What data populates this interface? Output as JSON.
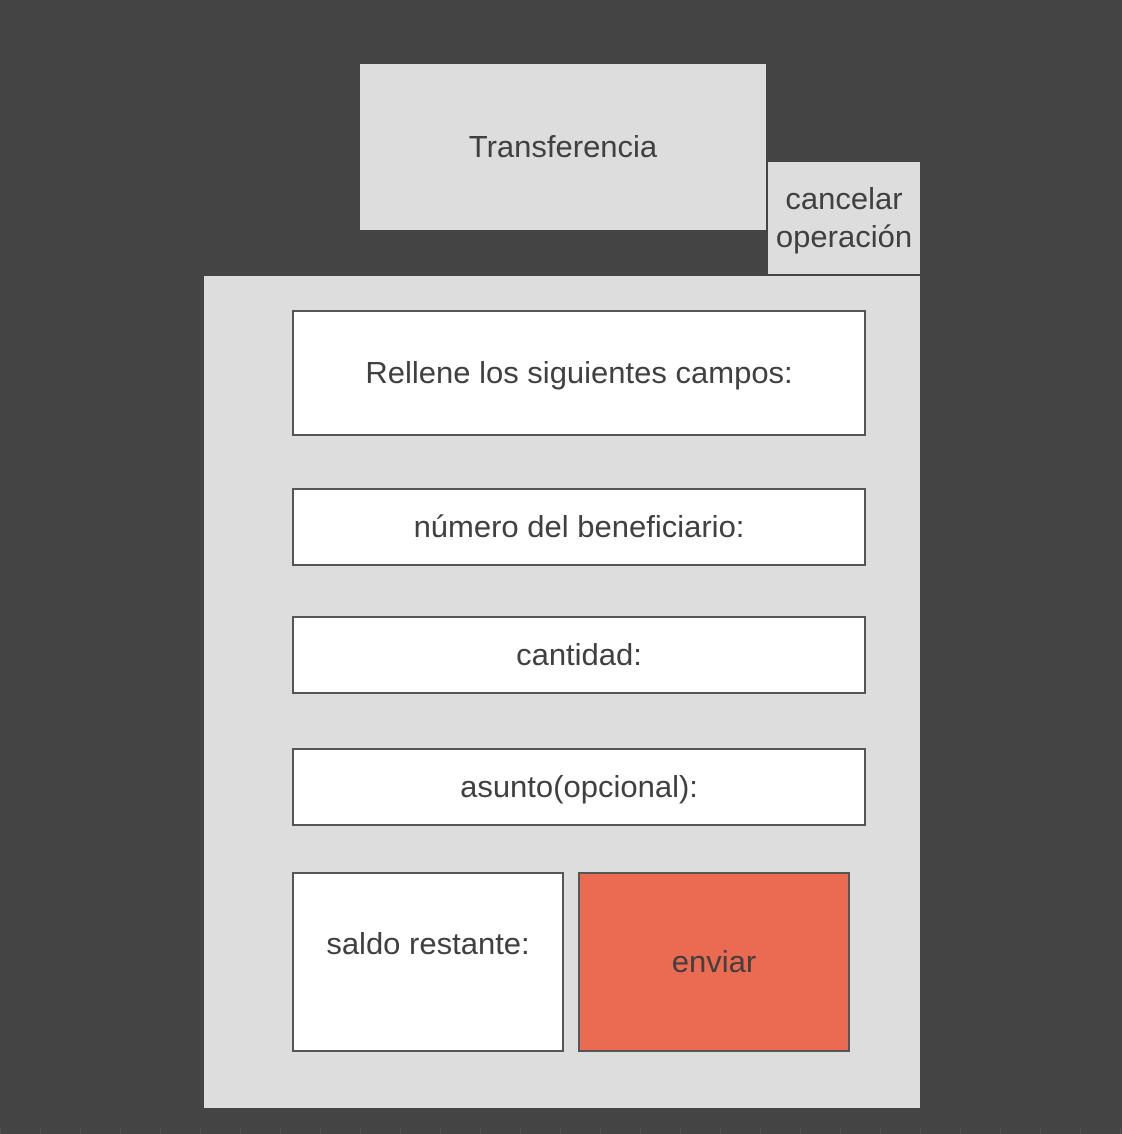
{
  "header": {
    "title": "Transferencia",
    "cancel_label": "cancelar\noperación"
  },
  "form": {
    "instructions": "Rellene los siguientes campos:",
    "beneficiary_label": "número del beneficiario:",
    "amount_label": "cantidad:",
    "subject_label": "asunto(opcional):",
    "balance_label": "saldo restante:",
    "send_label": "enviar"
  },
  "colors": {
    "background": "#444444",
    "panel": "#dddddd",
    "field": "#ffffff",
    "send_button": "#ea6b51",
    "text": "#404040"
  }
}
